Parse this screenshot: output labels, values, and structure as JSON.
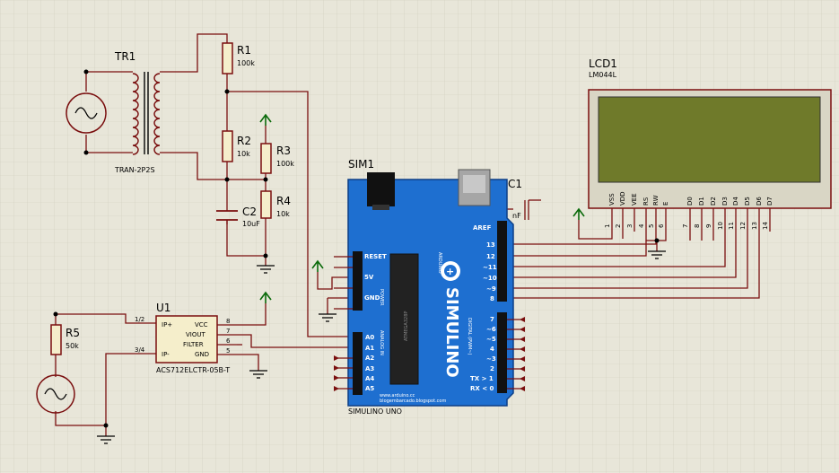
{
  "transformer": {
    "ref": "TR1",
    "value": "TRAN-2P2S"
  },
  "r1": {
    "ref": "R1",
    "value": "100k"
  },
  "r2": {
    "ref": "R2",
    "value": "10k"
  },
  "r3": {
    "ref": "R3",
    "value": "100k"
  },
  "r4": {
    "ref": "R4",
    "value": "10k"
  },
  "r5": {
    "ref": "R5",
    "value": "50k"
  },
  "c2": {
    "ref": "C2",
    "value": "10uF"
  },
  "c1": {
    "ref": "C1",
    "value": "nF"
  },
  "sim1": {
    "ref": "SIM1",
    "value": "SIMULINO UNO"
  },
  "u1": {
    "ref": "U1",
    "value": "ACS712ELCTR-05B-T",
    "pins_left": [
      "IP+",
      "IP-"
    ],
    "pins_left_nums": [
      "1/2",
      "3/4"
    ],
    "pins_right": [
      "VCC",
      "VIOUT",
      "FILTER",
      "GND"
    ],
    "pins_right_nums": [
      "8",
      "7",
      "6",
      "5"
    ]
  },
  "lcd": {
    "ref": "LCD1",
    "value": "LM044L",
    "pin_labels": [
      "VSS",
      "VDD",
      "VEE",
      "RS",
      "RW",
      "E",
      "D0",
      "D1",
      "D2",
      "D3",
      "D4",
      "D5",
      "D6",
      "D7"
    ],
    "pin_nums": [
      "1",
      "2",
      "3",
      "4",
      "5",
      "6",
      "7",
      "8",
      "9",
      "10",
      "11",
      "12",
      "13",
      "14"
    ]
  },
  "arduino": {
    "brand": "SIMULINO",
    "subtitle": "ARDUINO",
    "aref": "AREF",
    "power_label": "POWER",
    "power_pins": [
      "RESET",
      "5V",
      "GND"
    ],
    "analog_label": "ANALOG IN",
    "analog_pins": [
      "A0",
      "A1",
      "A2",
      "A3",
      "A4",
      "A5"
    ],
    "digital_label": "DIGITAL (PWM~)",
    "digital_top": [
      "13",
      "12",
      "~11",
      "~10",
      "~9",
      "8"
    ],
    "digital_bottom": [
      "7",
      "~6",
      "~5",
      "4",
      "~3",
      "2",
      "TX > 1",
      "RX < 0"
    ],
    "footer1": "www.arduino.cc",
    "footer2": "blogembarcado.blogspot.com",
    "chip_text": "ATMEGA328P"
  },
  "colors": {
    "background": "#e8e6d9",
    "wire": "#7a0f0f",
    "board": "#1e6fd0",
    "lcd_screen": "#6f7a2a",
    "power": "#0a6a0a"
  }
}
